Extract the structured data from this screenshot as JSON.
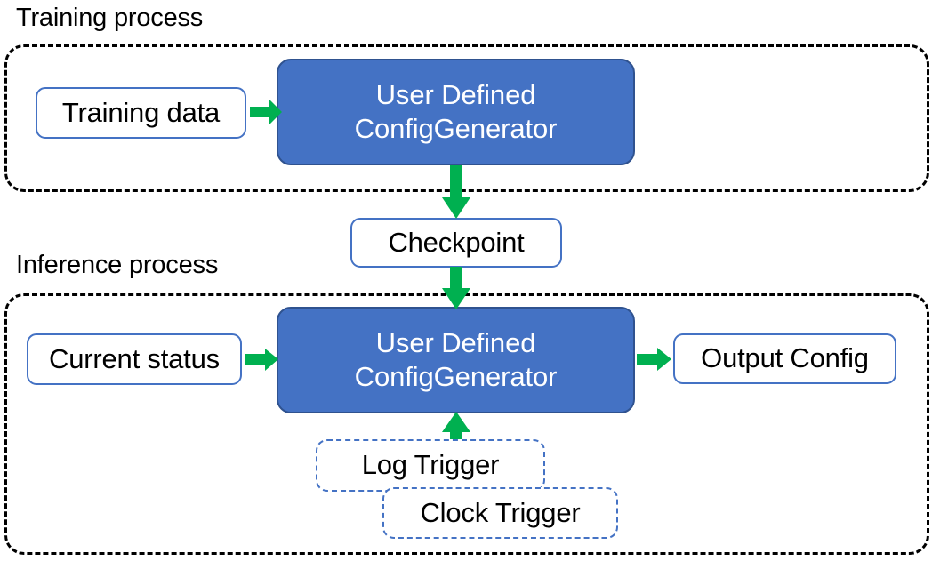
{
  "diagram": {
    "title_training": "Training process",
    "title_inference": "Inference process",
    "nodes": {
      "training_data": "Training data",
      "config_generator_training_line1": "User Defined",
      "config_generator_training_line2": "ConfigGenerator",
      "checkpoint": "Checkpoint",
      "current_status": "Current status",
      "config_generator_inference_line1": "User Defined",
      "config_generator_inference_line2": "ConfigGenerator",
      "output_config": "Output Config",
      "log_trigger": "Log Trigger",
      "clock_trigger": "Clock Trigger"
    },
    "colors": {
      "accent_blue": "#4472C4",
      "filled_border": "#2F528F",
      "arrow_green": "#00B050",
      "group_border": "#000000",
      "text_dark": "#000000",
      "text_light": "#FFFFFF",
      "background": "#FFFFFF"
    },
    "arrows": [
      {
        "name": "training-data-to-generator",
        "direction": "right"
      },
      {
        "name": "generator-to-checkpoint",
        "direction": "down"
      },
      {
        "name": "checkpoint-to-inference-generator",
        "direction": "down"
      },
      {
        "name": "current-status-to-generator",
        "direction": "right"
      },
      {
        "name": "generator-to-output-config",
        "direction": "right"
      },
      {
        "name": "triggers-to-generator",
        "direction": "up"
      }
    ]
  }
}
